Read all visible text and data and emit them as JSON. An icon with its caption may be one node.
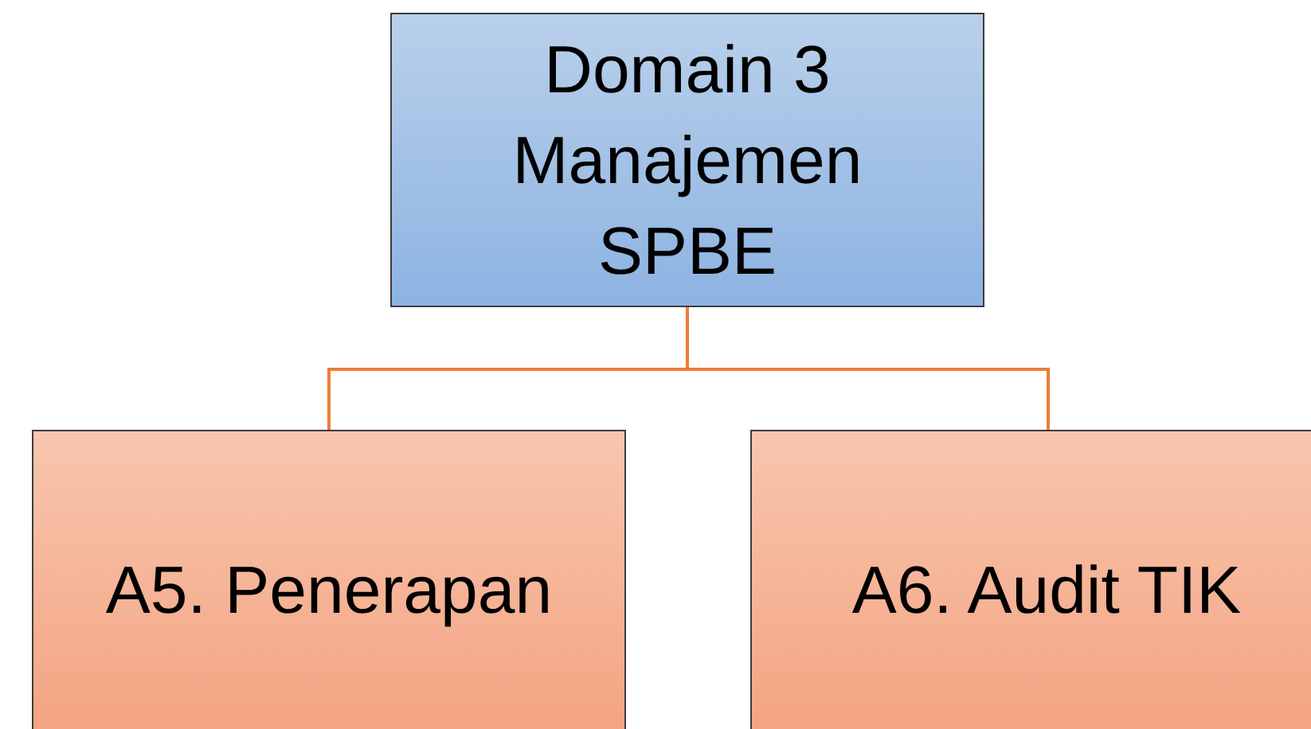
{
  "diagram": {
    "nodes": [
      {
        "text": [
          "Domain 3 Manajemen SPBE"
        ]
      },
      {
        "text": [
          "A5. Penerapan"
        ]
      },
      {
        "text": [
          "A6. Audit TIK"
        ]
      }
    ],
    "edges": [
      {
        "from": 0,
        "to": 1,
        "arrow": "none"
      },
      {
        "from": 0,
        "to": 2,
        "arrow": "none"
      }
    ]
  }
}
